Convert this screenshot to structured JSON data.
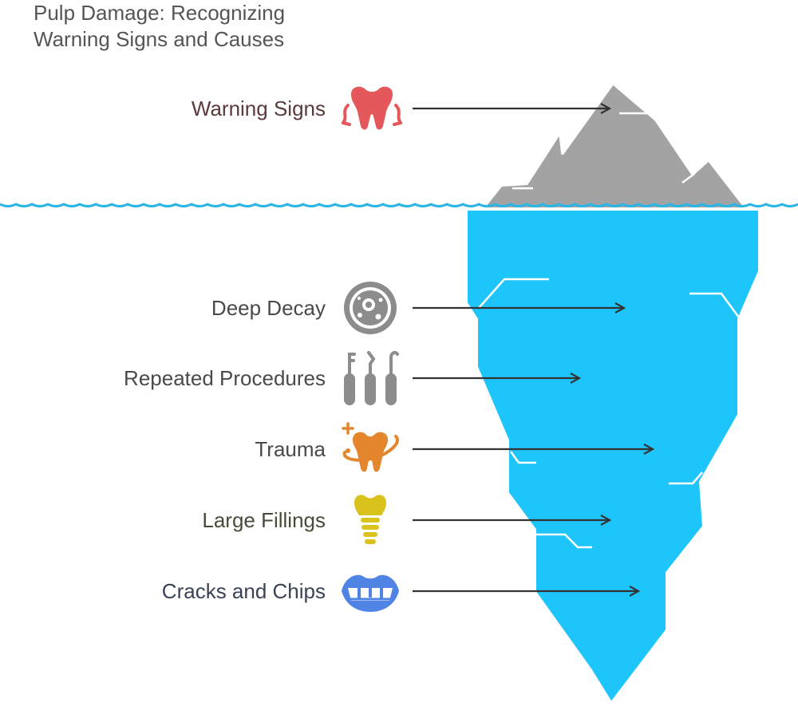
{
  "title": {
    "line1": "Pulp Damage: Recognizing",
    "line2": "Warning Signs and Causes"
  },
  "items": [
    {
      "label": "Warning Signs",
      "icon": "tooth-warning-icon",
      "color": "#e4585b",
      "text_color": "#5a3a3a"
    },
    {
      "label": "Deep Decay",
      "icon": "decay-dish-icon",
      "color": "#8c8c8c",
      "text_color": "#4a4a4a"
    },
    {
      "label": "Repeated Procedures",
      "icon": "dental-tools-icon",
      "color": "#8c8c8c",
      "text_color": "#4a4a4a"
    },
    {
      "label": "Trauma",
      "icon": "tooth-trauma-icon",
      "color": "#e4862e",
      "text_color": "#4a4a4a"
    },
    {
      "label": "Large Fillings",
      "icon": "dental-implant-icon",
      "color": "#d9c21c",
      "text_color": "#4a4a3a"
    },
    {
      "label": "Cracks and Chips",
      "icon": "mouth-teeth-icon",
      "color": "#4f84e5",
      "text_color": "#3a4255"
    }
  ],
  "colors": {
    "ice_tip": "#a3a3a3",
    "iceberg": "#1ec5fb",
    "water_line": "#29b5e6",
    "arrow": "#333333"
  }
}
